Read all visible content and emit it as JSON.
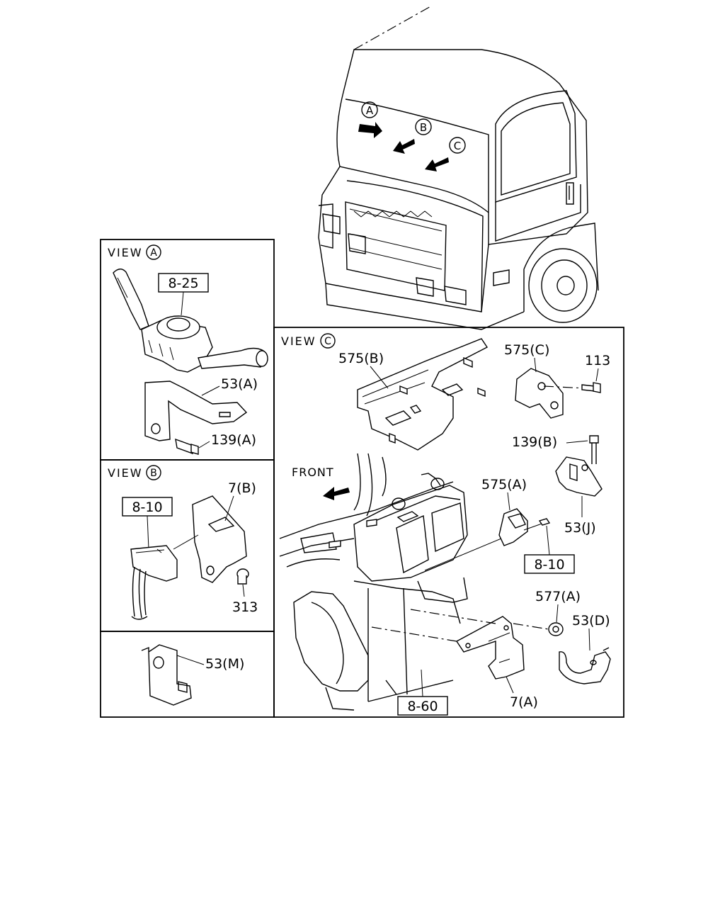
{
  "views": {
    "a": {
      "title": "VIEW",
      "letter": "A"
    },
    "b": {
      "title": "VIEW",
      "letter": "B"
    },
    "c": {
      "title": "VIEW",
      "letter": "C"
    }
  },
  "markers": {
    "a": "A",
    "b": "B",
    "c": "C"
  },
  "callouts": {
    "ref_8_25": "8-25",
    "p53a": "53(A)",
    "p139a": "139(A)",
    "ref_8_10_b": "8-10",
    "p7b": "7(B)",
    "p313": "313",
    "p53m": "53(M)",
    "p575b": "575(B)",
    "p575c": "575(C)",
    "p113": "113",
    "p139b": "139(B)",
    "p53j": "53(J)",
    "front": "FRONT",
    "p575a": "575(A)",
    "ref_8_10_c": "8-10",
    "p577a": "577(A)",
    "p53d": "53(D)",
    "p7a": "7(A)",
    "ref_8_60": "8-60"
  }
}
